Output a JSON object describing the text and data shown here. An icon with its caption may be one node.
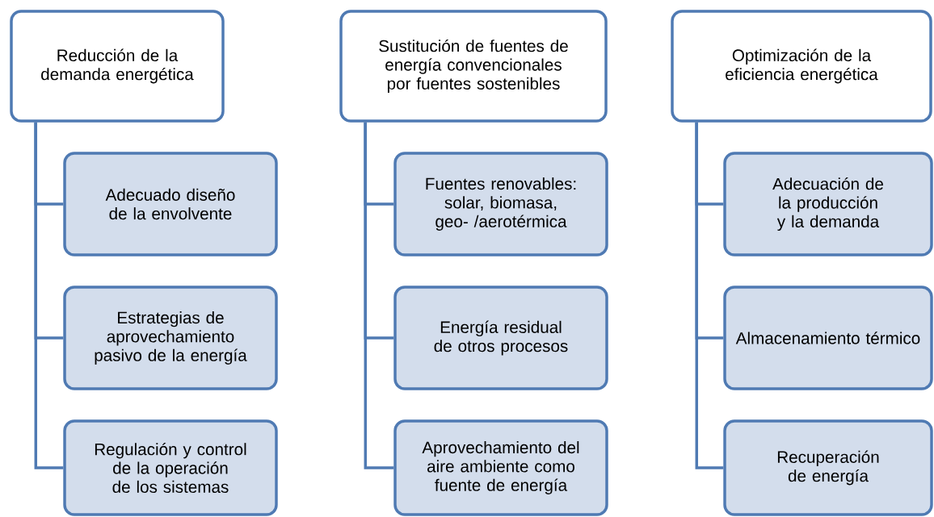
{
  "diagram": {
    "nodes": [
      {
        "text": [
          "Reducción de la demanda energética"
        ]
      },
      {
        "text": [
          "Adecuado diseño de la envolvente"
        ]
      },
      {
        "text": [
          "Estrategias de aprovechamiento pasivo de la energía"
        ]
      },
      {
        "text": [
          "Regulación y control de la operación de los sistemas"
        ]
      },
      {
        "text": [
          "Sustitución de fuentes de energía convencionales por fuentes sostenibles"
        ]
      },
      {
        "text": [
          "Fuentes renovables: solar, biomasa, geo- /aerotérmica"
        ]
      },
      {
        "text": [
          "Energía residual de otros procesos"
        ]
      },
      {
        "text": [
          "Aprovechamiento del aire ambiente como fuente de energía"
        ]
      },
      {
        "text": [
          "Optimización de la eficiencia energética"
        ]
      },
      {
        "text": [
          "Adecuación de la producción y la demanda"
        ]
      },
      {
        "text": [
          "Almacenamiento térmico"
        ]
      },
      {
        "text": [
          "Recuperación de energía"
        ]
      }
    ],
    "edges": [
      {
        "from": 0,
        "to": 1,
        "arrow": "none"
      },
      {
        "from": 0,
        "to": 2,
        "arrow": "none"
      },
      {
        "from": 0,
        "to": 3,
        "arrow": "none"
      },
      {
        "from": 4,
        "to": 5,
        "arrow": "none"
      },
      {
        "from": 4,
        "to": 6,
        "arrow": "none"
      },
      {
        "from": 4,
        "to": 7,
        "arrow": "none"
      },
      {
        "from": 8,
        "to": 9,
        "arrow": "none"
      },
      {
        "from": 8,
        "to": 10,
        "arrow": "none"
      },
      {
        "from": 8,
        "to": 11,
        "arrow": "none"
      }
    ]
  }
}
